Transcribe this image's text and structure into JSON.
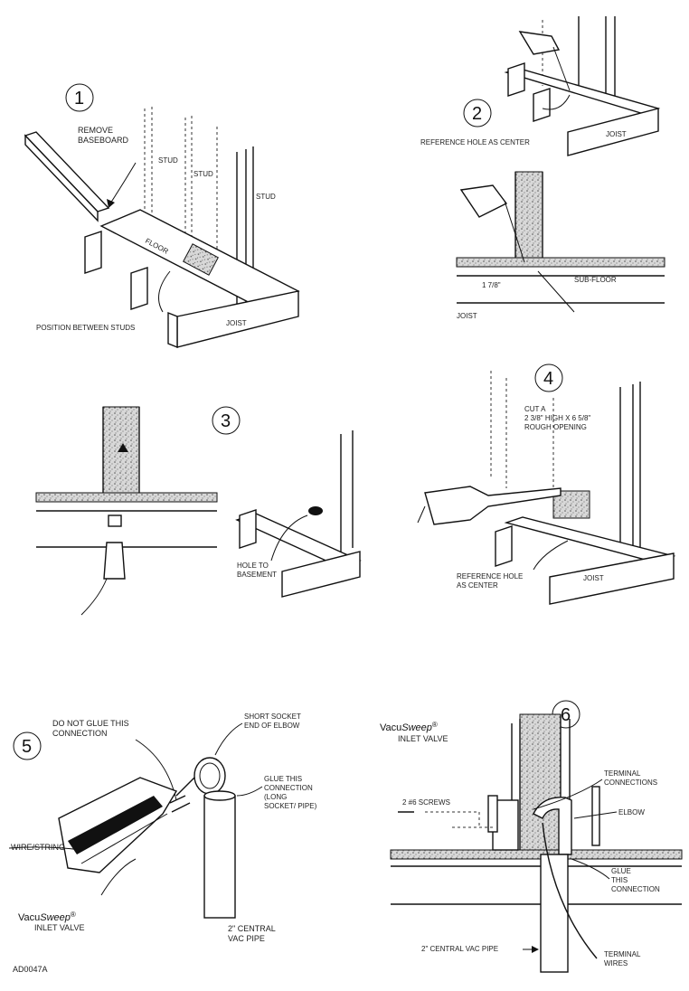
{
  "steps": {
    "s1": {
      "number": "1",
      "remove": [
        "REMOVE",
        "BASEBOARD"
      ],
      "stud_a": "STUD",
      "stud_b": "STUD",
      "stud_c": "STUD",
      "floor": "FLOOR",
      "position": "POSITION BETWEEN STUDS",
      "joist": "JOIST"
    },
    "s2": {
      "number": "2",
      "reference": "REFERENCE HOLE AS CENTER",
      "joist_top": "JOIST",
      "dim": "1 7/8\"",
      "subfloor": "SUB-FLOOR",
      "joist_bottom": "JOIST"
    },
    "s3": {
      "number": "3",
      "hole": [
        "HOLE TO",
        "BASEMENT"
      ]
    },
    "s4": {
      "number": "4",
      "cut": [
        "CUT A",
        "2 3/8\" HIGH X 6 5/8\"",
        "ROUGH OPENING"
      ],
      "reference": [
        "REFERENCE HOLE",
        "AS CENTER"
      ],
      "joist": "JOIST"
    },
    "s5": {
      "number": "5",
      "noglue": [
        "DO NOT GLUE THIS",
        "CONNECTION"
      ],
      "short": [
        "SHORT SOCKET",
        "END OF ELBOW"
      ],
      "glue": [
        "GLUE THIS",
        "CONNECTION",
        "(LONG",
        "SOCKET/ PIPE)"
      ],
      "wire": "WIRE/STRING",
      "brand_a": "Vacu",
      "brand_b": "Sweep",
      "reg": "®",
      "inlet": "INLET VALVE",
      "pipe": [
        "2\" CENTRAL",
        "VAC PIPE"
      ]
    },
    "s6": {
      "number": "6",
      "brand_a": "Vacu",
      "brand_b": "Sweep",
      "reg": "®",
      "inlet": "INLET VALVE",
      "screws": "2 #6 SCREWS",
      "terminal": [
        "TERMINAL",
        "CONNECTIONS"
      ],
      "elbow": "ELBOW",
      "glue": [
        "GLUE",
        "THIS",
        "CONNECTION"
      ],
      "pipe": "2\" CENTRAL VAC PIPE",
      "wires": [
        "TERMINAL",
        "WIRES"
      ]
    }
  },
  "doc_code": "AD0047A"
}
